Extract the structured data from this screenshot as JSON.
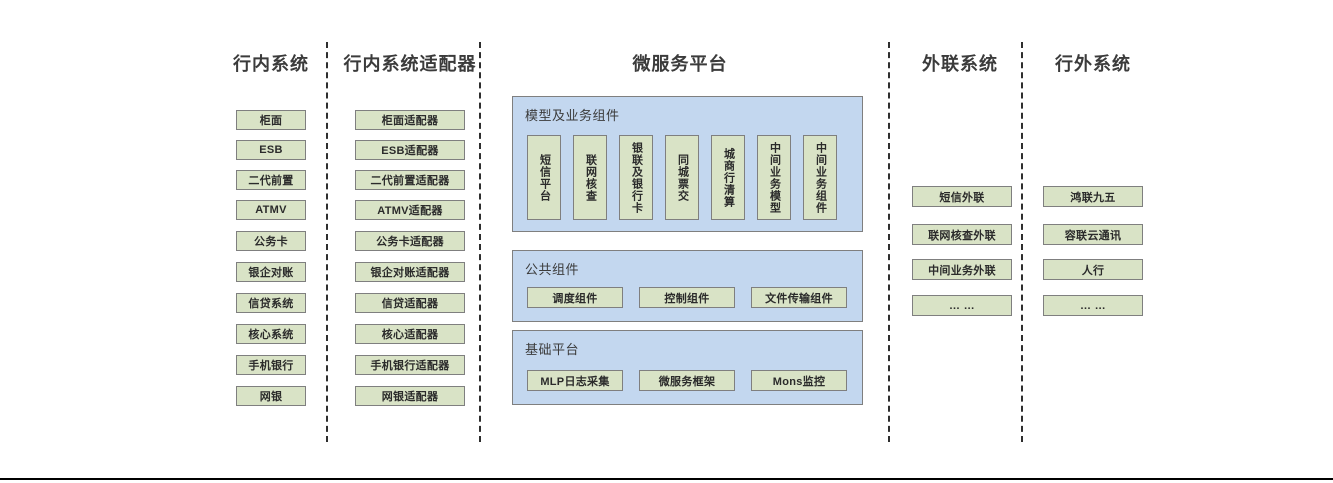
{
  "diagram": {
    "columns": [
      {
        "id": "intra-bank-systems",
        "title": "行内系统",
        "items": [
          "柜面",
          "ESB",
          "二代前置",
          "ATMV",
          "公务卡",
          "银企对账",
          "信贷系统",
          "核心系统",
          "手机银行",
          "网银"
        ]
      },
      {
        "id": "intra-bank-adapters",
        "title": "行内系统适配器",
        "items": [
          "柜面适配器",
          "ESB适配器",
          "二代前置适配器",
          "ATMV适配器",
          "公务卡适配器",
          "银企对账适配器",
          "信贷适配器",
          "核心适配器",
          "手机银行适配器",
          "网银适配器"
        ]
      },
      {
        "id": "microservice-platform",
        "title": "微服务平台",
        "panels": [
          {
            "id": "model-business-components",
            "title": "模型及业务组件",
            "orientation": "vertical",
            "items": [
              "短信平台",
              "联网核查",
              "银联及银行卡",
              "同城票交",
              "城商行清算",
              "中间业务模型",
              "中间业务组件"
            ]
          },
          {
            "id": "public-components",
            "title": "公共组件",
            "orientation": "horizontal",
            "items": [
              "调度组件",
              "控制组件",
              "文件传输组件"
            ]
          },
          {
            "id": "base-platform",
            "title": "基础平台",
            "orientation": "horizontal",
            "items": [
              "MLP日志采集",
              "微服务框架",
              "Mons监控"
            ]
          }
        ]
      },
      {
        "id": "external-link-systems",
        "title": "外联系统",
        "items": [
          "短信外联",
          "联网核查外联",
          "中间业务外联",
          "… …"
        ]
      },
      {
        "id": "off-bank-systems",
        "title": "行外系统",
        "items": [
          "鸿联九五",
          "容联云通讯",
          "人行",
          "… …"
        ]
      }
    ],
    "colors": {
      "node_fill": "#d9e3c6",
      "node_border": "#7f7f7f",
      "panel_fill": "#c3d7ef",
      "panel_border": "#7f7f7f",
      "divider": "#2e2e2e",
      "text": "#2b2b2b",
      "background": "#ffffff"
    }
  }
}
